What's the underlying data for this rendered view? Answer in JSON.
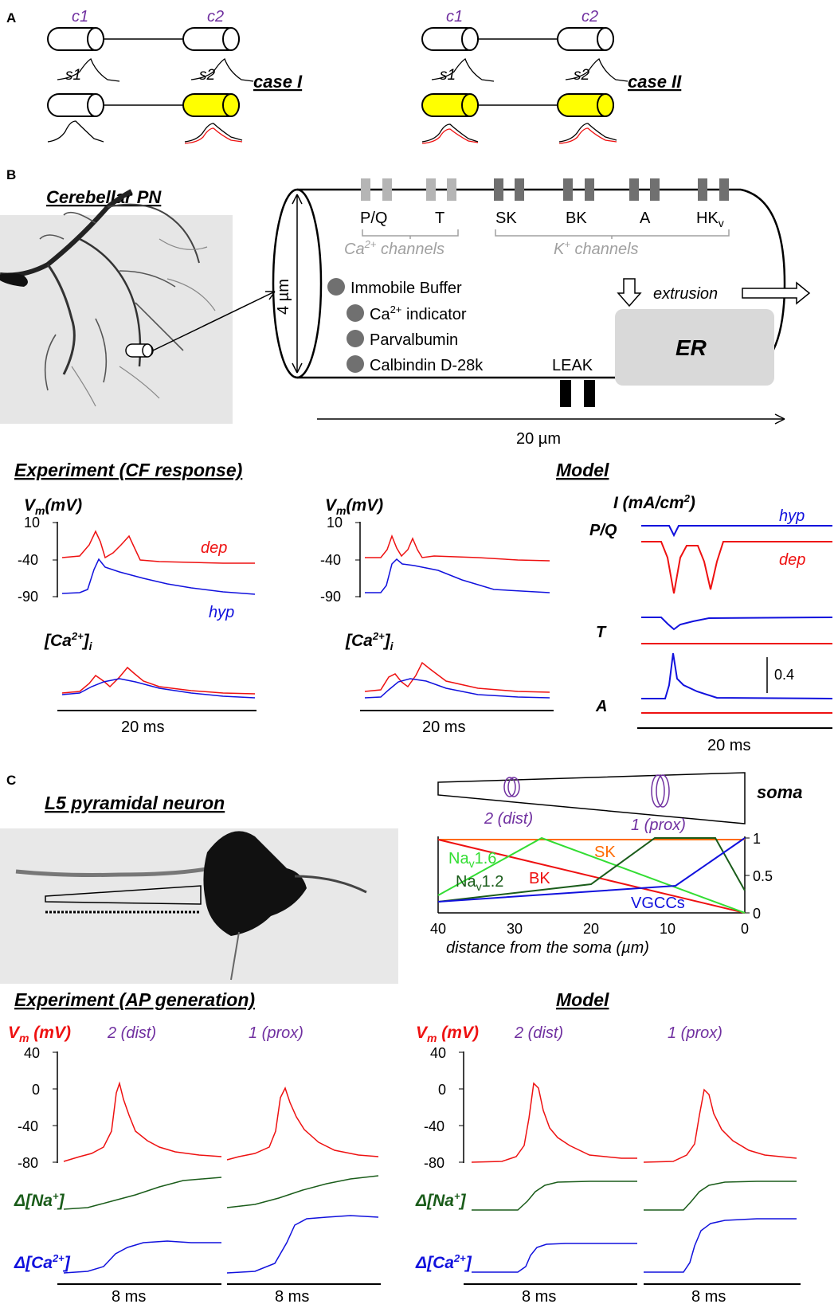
{
  "panelA": {
    "label": "A",
    "c1": "c1",
    "c2": "c2",
    "s1": "s1",
    "s2": "s2",
    "case1": "case I",
    "case2": "case II"
  },
  "panelB": {
    "label": "B",
    "title": "Cerebellar PN",
    "channels": {
      "pq": "P/Q",
      "t": "T",
      "sk": "SK",
      "bk": "BK",
      "a": "A",
      "hk": "HK",
      "hk_sub": "v",
      "ca_label": "Ca",
      "ca_sup": "2+",
      "ca_rest": " channels",
      "k_label": "K",
      "k_sup": "+",
      "k_rest": " channels"
    },
    "buffers": {
      "immobile": "Immobile Buffer",
      "indicator_pre": "Ca",
      "indicator_sup": "2+",
      "indicator_post": " indicator",
      "parvalbumin": "Parvalbumin",
      "calbindin": "Calbindin D-28k"
    },
    "extrusion": "extrusion",
    "er": "ER",
    "leak": "LEAK",
    "diameter": "4 µm",
    "length": "20 µm",
    "experiment_title": "Experiment (CF response)",
    "model_title": "Model",
    "vm_label": "V",
    "vm_sub": "m",
    "vm_unit": "(mV)",
    "ticks": [
      "10",
      "-40",
      "-90"
    ],
    "dep": "dep",
    "hyp": "hyp",
    "ca_i_pre": "[Ca",
    "ca_i_sup": "2+",
    "ca_i_post": "]",
    "ca_i_sub": "i",
    "current_label": "I (mA/cm",
    "current_sup": "2",
    "current_close": ")",
    "pq_label": "P/Q",
    "t_label": "T",
    "a_label": "A",
    "scale": "0.4",
    "time": "20 ms"
  },
  "panelC": {
    "label": "C",
    "title": "L5 pyramidal neuron",
    "soma": "soma",
    "dist": "2 (dist)",
    "prox": "1 (prox)",
    "dist_label": "distance from the soma (µm)",
    "x_ticks": [
      "40",
      "30",
      "20",
      "10",
      "0"
    ],
    "y_ticks": [
      "1",
      "0.5",
      "0"
    ],
    "sk": "SK",
    "bk": "BK",
    "vgcc": "VGCCs",
    "nav16_pre": "Na",
    "nav16_sub": "v",
    "nav16_post": "1.6",
    "nav12_pre": "Na",
    "nav12_sub": "v",
    "nav12_post": "1.2",
    "experiment_title": "Experiment (AP generation)",
    "model_title": "Model",
    "vm_label": "V",
    "vm_sub": "m",
    "vm_unit": " (mV)",
    "vticks": [
      "40",
      "0",
      "-40",
      "-80"
    ],
    "na_pre": "Δ[Na",
    "na_sup": "+",
    "na_post": "]",
    "ca_pre": "Δ[Ca",
    "ca_sup": "2+",
    "ca_post": "]",
    "time": "8 ms"
  },
  "colors": {
    "red": "#ee1111",
    "blue": "#1111dd",
    "green": "#33dd33",
    "dgreen": "#1a5c1a",
    "orange": "#ff6a00",
    "purple": "#7030a0",
    "yellow": "#ffff00"
  }
}
